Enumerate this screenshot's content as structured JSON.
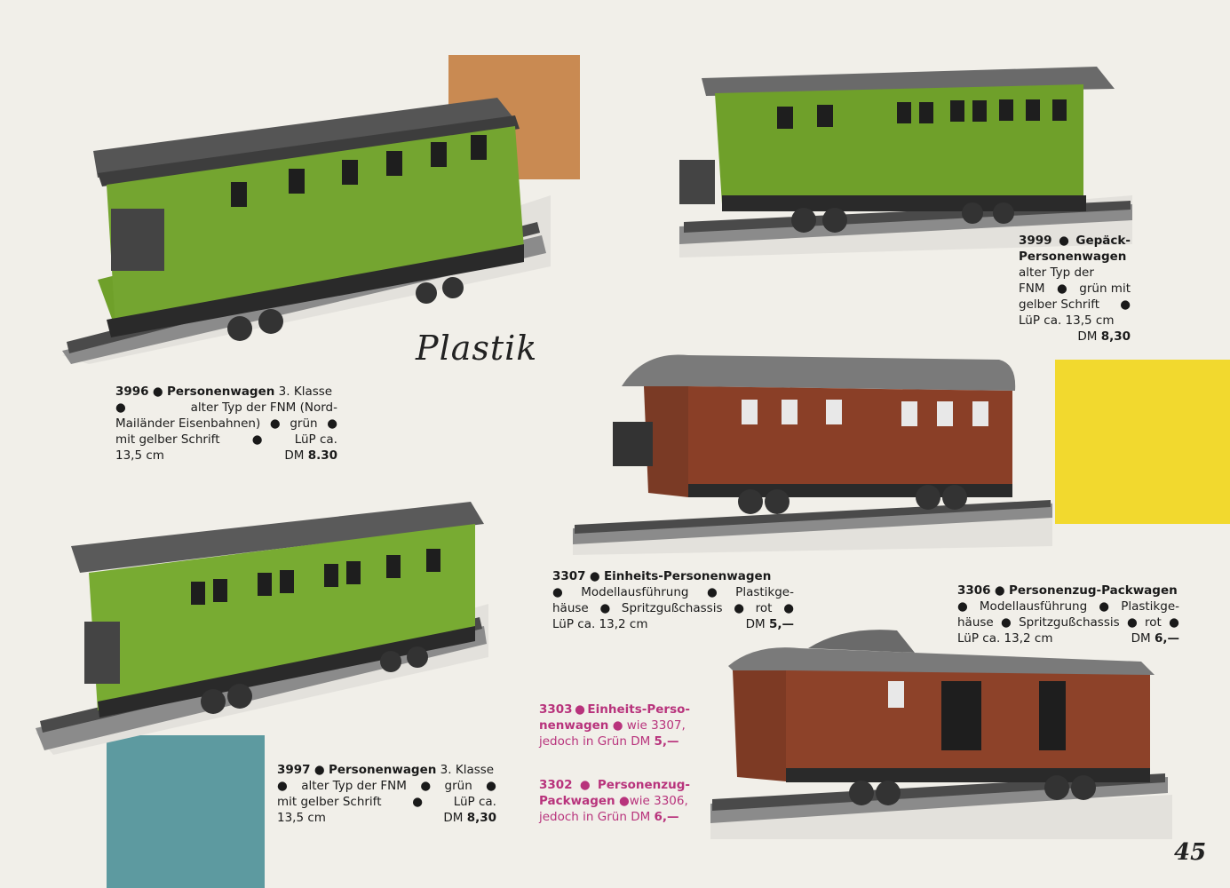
{
  "heading": "Plastik",
  "page_number": "45",
  "products": {
    "p3996": {
      "number": "3996",
      "name": "Personenwagen",
      "line1_rest": "3. Klasse",
      "line2": "alter Typ der FNM (Nord-",
      "line3": "Mailänder Eisenbahnen)",
      "line3_tail": "grün",
      "line4a": "mit gelber Schrift",
      "line4b": "LüP ca.",
      "line5": "13,5 cm",
      "price_prefix": "DM",
      "price": "8.30"
    },
    "p3997": {
      "number": "3997",
      "name": "Personenwagen",
      "line1_rest": "3. Klasse",
      "line2a": "alter Typ der FNM",
      "line2b": "grün",
      "line3a": "mit gelber Schrift",
      "line3b": "LüP ca.",
      "line4": "13,5 cm",
      "price_prefix": "DM",
      "price": "8,30"
    },
    "p3999": {
      "number": "3999",
      "name1": "Gepäck-",
      "name2": "Personenwagen",
      "line3": "alter Typ der",
      "line4a": "FNM",
      "line4b": "grün mit",
      "line5": "gelber Schrift",
      "line6": "LüP ca. 13,5 cm",
      "price_prefix": "DM",
      "price": "8,30"
    },
    "p3307": {
      "number": "3307",
      "name": "Einheits-Personenwagen",
      "line2a": "Modellausführung",
      "line2b": "Plastikge-",
      "line3a": "häuse",
      "line3b": "Spritzgußchassis",
      "line3c": "rot",
      "line4": "LüP ca. 13,2 cm",
      "price_prefix": "DM",
      "price": "5,—"
    },
    "p3306": {
      "number": "3306",
      "name": "Personenzug-Packwagen",
      "line2a": "Modellausführung",
      "line2b": "Plastikge-",
      "line3a": "häuse",
      "line3b": "Spritzgußchassis",
      "line3c": "rot",
      "line4a": "LüP ca. 13,2 cm",
      "price_prefix": "DM",
      "price": "6,—"
    },
    "p3303": {
      "number": "3303",
      "name1": "Einheits-Perso-",
      "name2": "nenwagen",
      "line2_rest": "wie 3307,",
      "line3": "jedoch in Grün",
      "price_prefix": "DM",
      "price": "5,—"
    },
    "p3302": {
      "number": "3302",
      "name1": "Personenzug-",
      "name2": "Packwagen",
      "line2_rest": "wie 3306,",
      "line3": "jedoch in Grün",
      "price_prefix": "DM",
      "price": "6,—"
    }
  },
  "colors": {
    "background": "#f1efe9",
    "green_car": "#6fa02a",
    "red_car": "#8a3f27",
    "accent_brown": "#c98a52",
    "accent_yellow": "#f2d92e",
    "accent_teal": "#5d9aa0",
    "pink_text": "#b8337c"
  }
}
